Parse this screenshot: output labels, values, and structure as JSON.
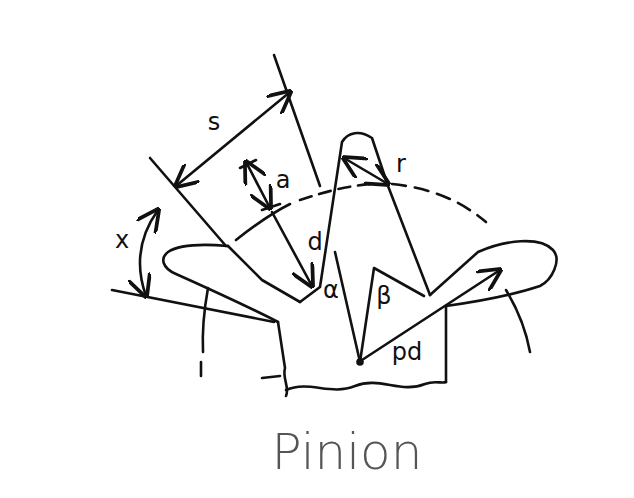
{
  "diagram": {
    "caption": "Pinion",
    "labels": [
      "s",
      "a",
      "r",
      "d",
      "x",
      "α",
      "β",
      "pd"
    ]
  }
}
